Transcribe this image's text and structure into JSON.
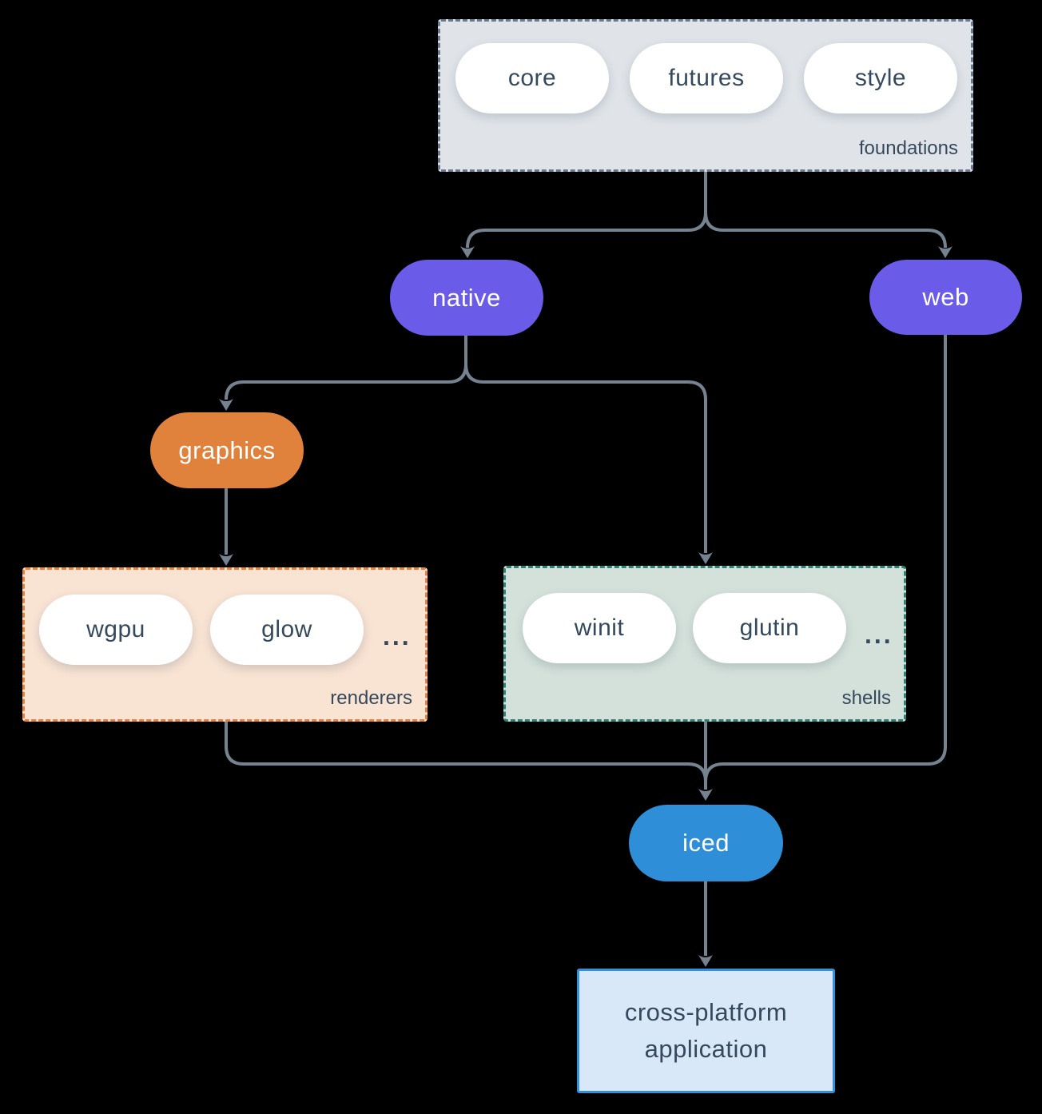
{
  "groups": {
    "foundations": {
      "label": "foundations",
      "items": [
        "core",
        "futures",
        "style"
      ]
    },
    "renderers": {
      "label": "renderers",
      "items": [
        "wgpu",
        "glow"
      ],
      "ellipsis": "..."
    },
    "shells": {
      "label": "shells",
      "items": [
        "winit",
        "glutin"
      ],
      "ellipsis": "..."
    }
  },
  "nodes": {
    "native": {
      "label": "native"
    },
    "web": {
      "label": "web"
    },
    "graphics": {
      "label": "graphics"
    },
    "iced": {
      "label": "iced"
    },
    "application": {
      "lines": [
        "cross-platform",
        "application"
      ]
    }
  },
  "edges": [
    {
      "from": "foundations",
      "to": "native"
    },
    {
      "from": "foundations",
      "to": "web"
    },
    {
      "from": "native",
      "to": "graphics"
    },
    {
      "from": "native",
      "to": "shells"
    },
    {
      "from": "graphics",
      "to": "renderers"
    },
    {
      "from": "renderers",
      "to": "iced"
    },
    {
      "from": "shells",
      "to": "iced"
    },
    {
      "from": "web",
      "to": "iced"
    },
    {
      "from": "iced",
      "to": "application"
    }
  ],
  "colors": {
    "background": "#000000",
    "arrow": "#75828f",
    "purple": "#6a5ce9",
    "orange": "#e0813c",
    "blue": "#2e8fd8",
    "foundations_bg": "#e0e4e9",
    "foundations_border": "#6b7b8e",
    "renderers_bg": "#f9e3d3",
    "renderers_border": "#e8823d",
    "shells_bg": "#d4e1db",
    "shells_border": "#2b8476",
    "application_bg": "#d9e8f8",
    "application_border": "#3590dc",
    "text_dark": "#35495c",
    "pill_text": "#ffffff"
  }
}
